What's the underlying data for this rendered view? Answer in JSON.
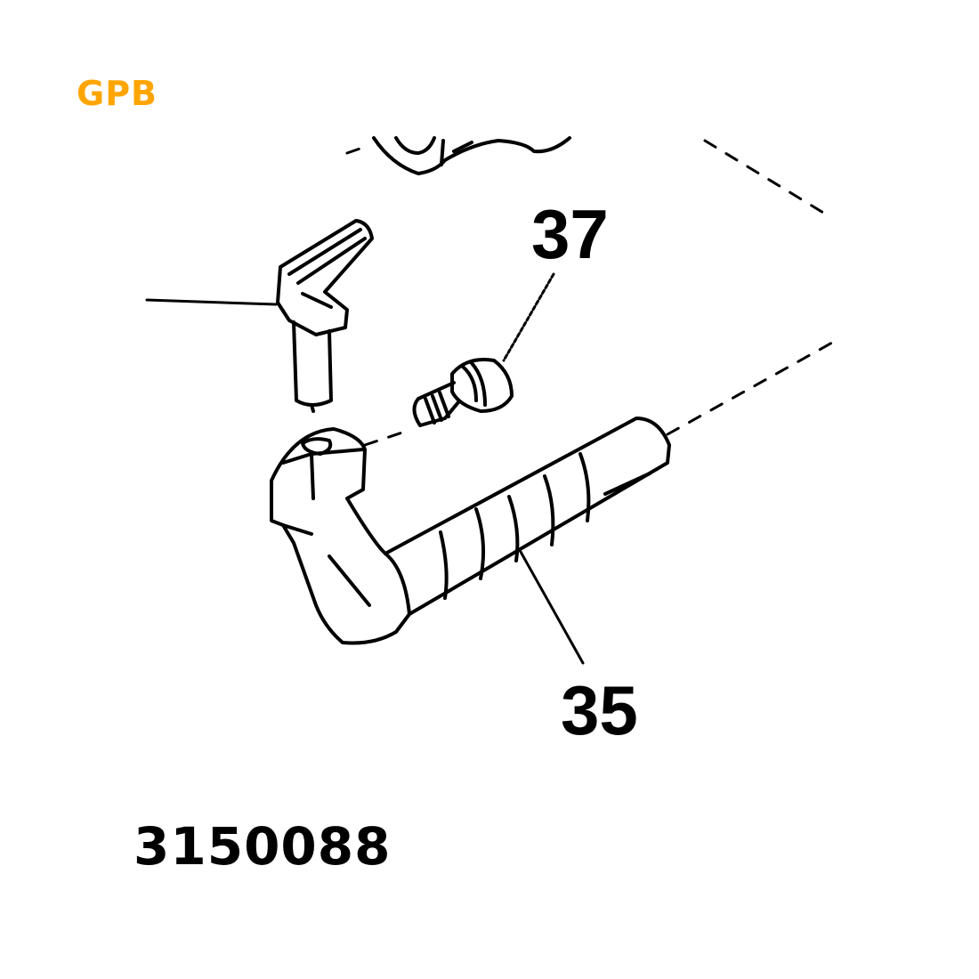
{
  "brand": {
    "label": "GPB",
    "color": "#FFA500"
  },
  "product": {
    "part_number": "3150088"
  },
  "diagram": {
    "callouts": [
      {
        "label": "37",
        "part": "screw"
      },
      {
        "label": "35",
        "part": "shaft-with-arm"
      }
    ],
    "line_color": "#000000"
  }
}
